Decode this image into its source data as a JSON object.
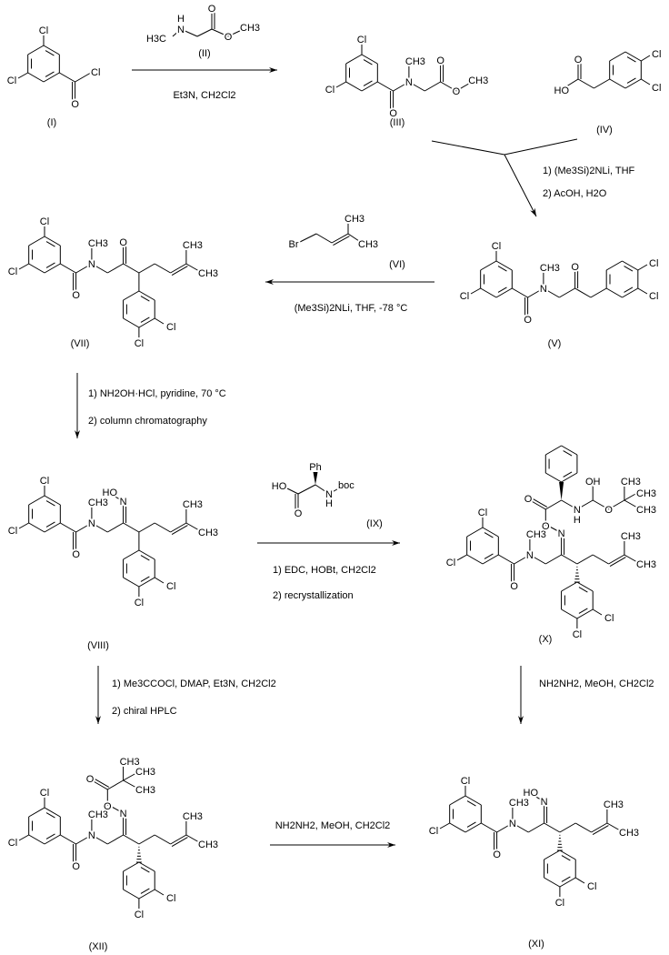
{
  "atoms": {
    "Cl": "Cl",
    "O": "O",
    "N": "N",
    "H": "H",
    "CH3": "CH3",
    "H3C": "H3C",
    "HO": "HO",
    "OH": "OH",
    "Br": "Br",
    "Ph": "Ph",
    "boc": "boc"
  },
  "compounds": {
    "I": "(I)",
    "II": "(II)",
    "III": "(III)",
    "IV": "(IV)",
    "V": "(V)",
    "VI": "(VI)",
    "VII": "(VII)",
    "VIII": "(VIII)",
    "IX": "(IX)",
    "X": "(X)",
    "XI": "(XI)",
    "XII": "(XII)"
  },
  "reagents": {
    "step1": "Et3N, CH2Cl2",
    "step2": [
      "1) (Me3Si)2NLi, THF",
      "2) AcOH, H2O"
    ],
    "step3": "(Me3Si)2NLi, THF, -78 °C",
    "step4": [
      "1) NH2OH·HCl, pyridine, 70 °C",
      "2) column chromatography"
    ],
    "step5": [
      "1) EDC, HOBt, CH2Cl2",
      "2) recrystallization"
    ],
    "step6": [
      "1) Me3CCOCl, DMAP, Et3N, CH2Cl2",
      "2) chiral HPLC"
    ],
    "step7": "NH2NH2, MeOH, CH2Cl2",
    "step8": "NH2NH2, MeOH, CH2Cl2"
  }
}
